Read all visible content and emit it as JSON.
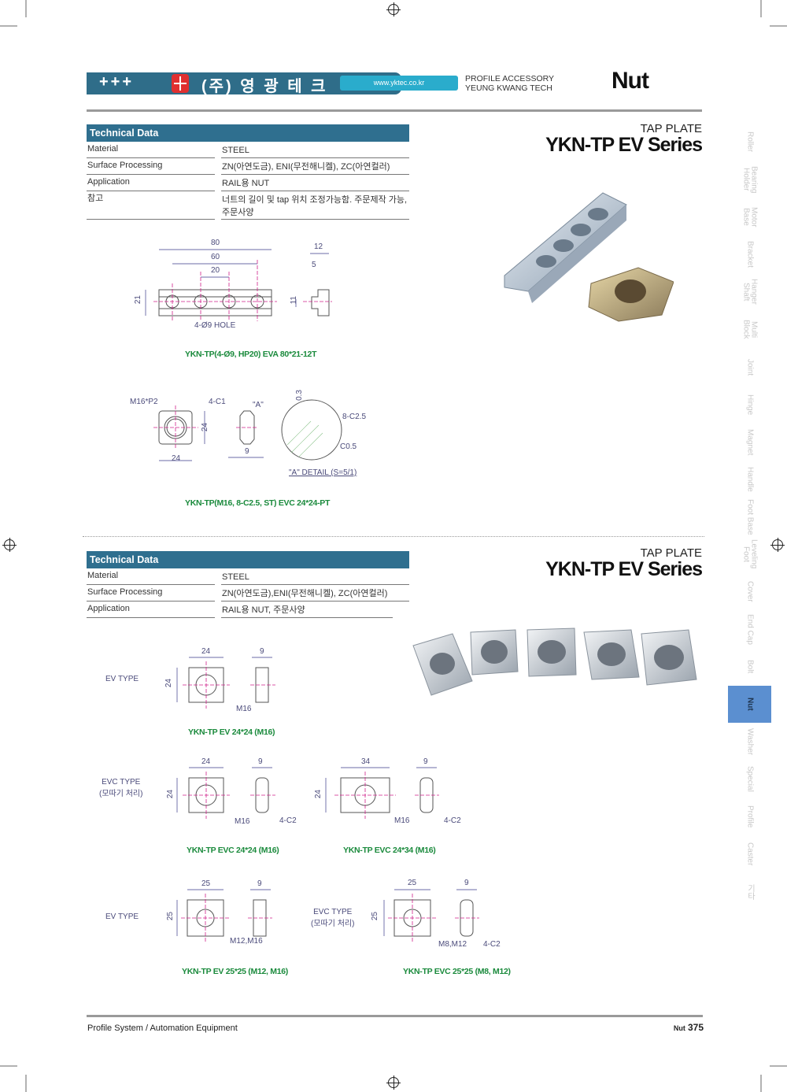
{
  "header": {
    "plus": "+++",
    "company": "(주) 영 광 테 크",
    "website": "www.yktec.co.kr",
    "accessory_line1": "PROFILE ACCESSORY",
    "accessory_line2": "YEUNG KWANG TECH",
    "category": "Nut"
  },
  "section1": {
    "table": {
      "title": "Technical Data",
      "rows": [
        {
          "k": "Material",
          "v": "STEEL"
        },
        {
          "k": "Surface Processing",
          "v": "ZN(아연도금), ENI(무전해니켈), ZC(아연컬러)"
        },
        {
          "k": "Application",
          "v": "RAIL용 NUT"
        },
        {
          "k": "참고",
          "v": "너트의 길이 및 tap 위치 조정가능함. 주문제작 가능, 주문사양"
        }
      ]
    },
    "subtitle": "TAP PLATE",
    "title": "YKN-TP EV Series",
    "drawing1": {
      "d80": "80",
      "d60": "60",
      "d20": "20",
      "d21": "21",
      "d12": "12",
      "d5": "5",
      "d11": "11",
      "hole": "4-Ø9 HOLE",
      "caption": "YKN-TP(4-Ø9, HP20) EVA 80*21-12T"
    },
    "drawing2": {
      "thread": "M16*P2",
      "chamfer": "4-C1",
      "a": "\"A\"",
      "d24h": "24",
      "d24v": "24",
      "d9": "9",
      "d03": "0.3",
      "c25": "8-C2.5",
      "c05": "C0.5",
      "detail": "\"A\" DETAIL (S=5/1)",
      "caption": "YKN-TP(M16, 8-C2.5, ST) EVC 24*24-PT"
    }
  },
  "section2": {
    "table": {
      "title": "Technical Data",
      "rows": [
        {
          "k": "Material",
          "v": "STEEL"
        },
        {
          "k": "Surface Processing",
          "v": "ZN(아연도금),ENI(무전해니켈), ZC(아연컬러)"
        },
        {
          "k": "Application",
          "v": "RAIL용 NUT, 주문사양"
        }
      ]
    },
    "subtitle": "TAP PLATE",
    "title": "YKN-TP EV Series",
    "items": [
      {
        "type": "EV TYPE",
        "w": "24",
        "h": "24",
        "t": "9",
        "thread": "M16",
        "chamfer": "",
        "caption": "YKN-TP EV 24*24 (M16)"
      },
      {
        "type": "EVC TYPE\n(모따기 처리)",
        "w": "24",
        "h": "24",
        "t": "9",
        "thread": "M16",
        "chamfer": "4-C2",
        "caption": "YKN-TP EVC 24*24 (M16)"
      },
      {
        "type": "",
        "w": "34",
        "h": "24",
        "t": "9",
        "thread": "M16",
        "chamfer": "4-C2",
        "caption": "YKN-TP EVC 24*34 (M16)"
      },
      {
        "type": "EV TYPE",
        "w": "25",
        "h": "25",
        "t": "9",
        "thread": "M12,M16",
        "chamfer": "",
        "caption": "YKN-TP EV 25*25 (M12, M16)"
      },
      {
        "type": "EVC TYPE\n(모따기 처리)",
        "w": "25",
        "h": "25",
        "t": "9",
        "thread": "M8,M12",
        "chamfer": "4-C2",
        "caption": "YKN-TP EVC 25*25 (M8, M12)"
      }
    ]
  },
  "side_tabs": [
    "Roller",
    "Bearing Holder",
    "Motor Base",
    "Bracket",
    "Hanger Shaft",
    "Multi Block",
    "Joint",
    "Hinge",
    "Magnet",
    "Handle",
    "Foot Base",
    "Leveling Foot",
    "Cover",
    "End Cap",
    "Bolt",
    "Nut",
    "Washer",
    "Special",
    "Profile",
    "Caster",
    "기타"
  ],
  "active_tab": "Nut",
  "footer": {
    "left": "Profile System / Automation Equipment",
    "section": "Nut",
    "page": "375"
  }
}
